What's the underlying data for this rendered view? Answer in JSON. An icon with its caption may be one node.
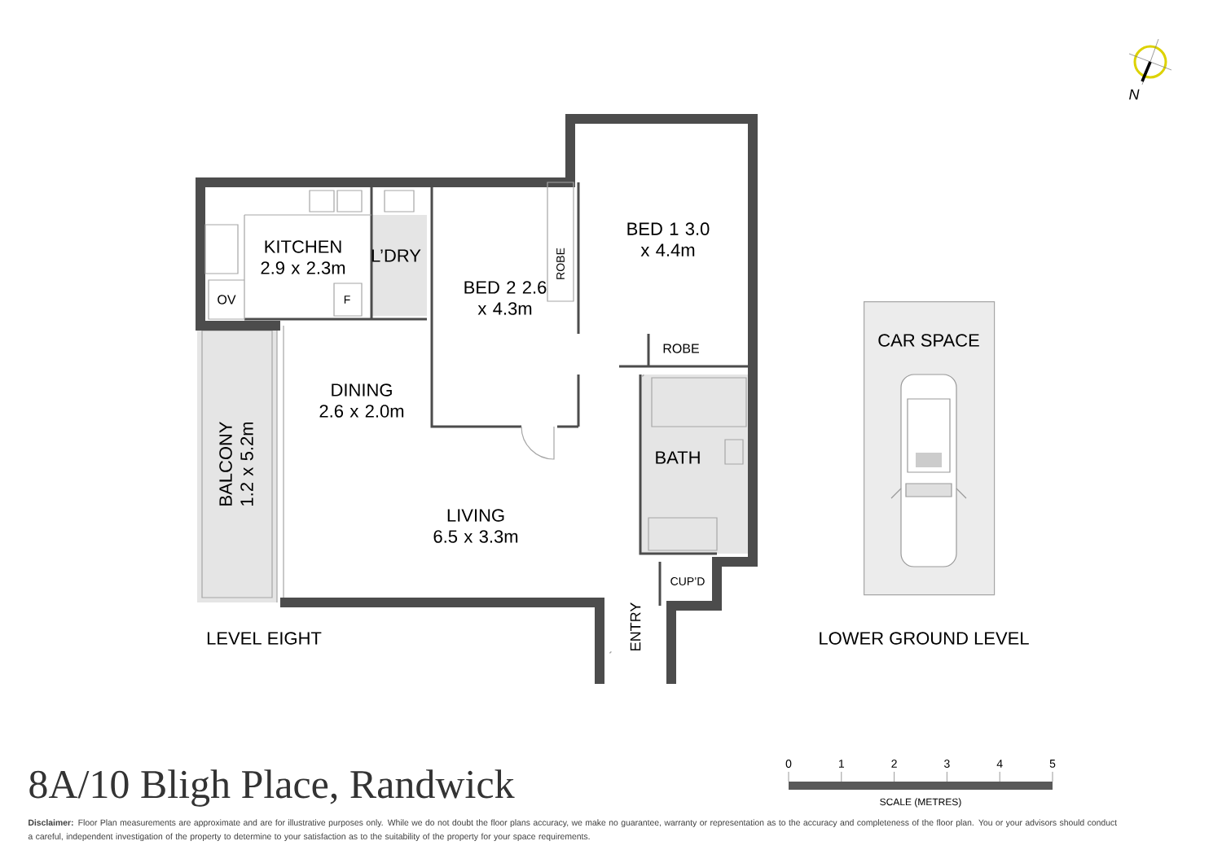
{
  "diagram": {
    "title": "8A/10 Bligh Place, Randwick",
    "nodes": [
      {
        "text": [
          "CAR SPACE"
        ]
      }
    ],
    "labels": [
      "KITCHEN 2.9 x 2.3m",
      "L’DRY",
      "ROBE",
      "BED 1 3.0 x 4.4m",
      "OV",
      "F",
      "BED 2 2.6 x 4.3m",
      "ROBE",
      "DINING 2.6 x 2.0m",
      "BATH",
      "BALCONY 1.2 x 5.2m",
      "LIVING 6.5 x 3.3m",
      "CUP’D",
      "ENTRY",
      "LEVEL EIGHT",
      "LOWER GROUND LEVEL",
      "0",
      "1",
      "2",
      "3",
      "4",
      "5",
      "SCALE (METRES)",
      "N",
      "**Disclaimer:** Floor Plan measurements are approximate and are for illustrative purposes only. While we do not doubt the floor plans accuracy, we make no guarantee, warranty or representation as to the accuracy and completeness of the floor plan. You or your advisors should conduct a careful, independent investigation of the property to determine to your satisfaction as to the suitability of the property for your space requirements."
    ]
  }
}
